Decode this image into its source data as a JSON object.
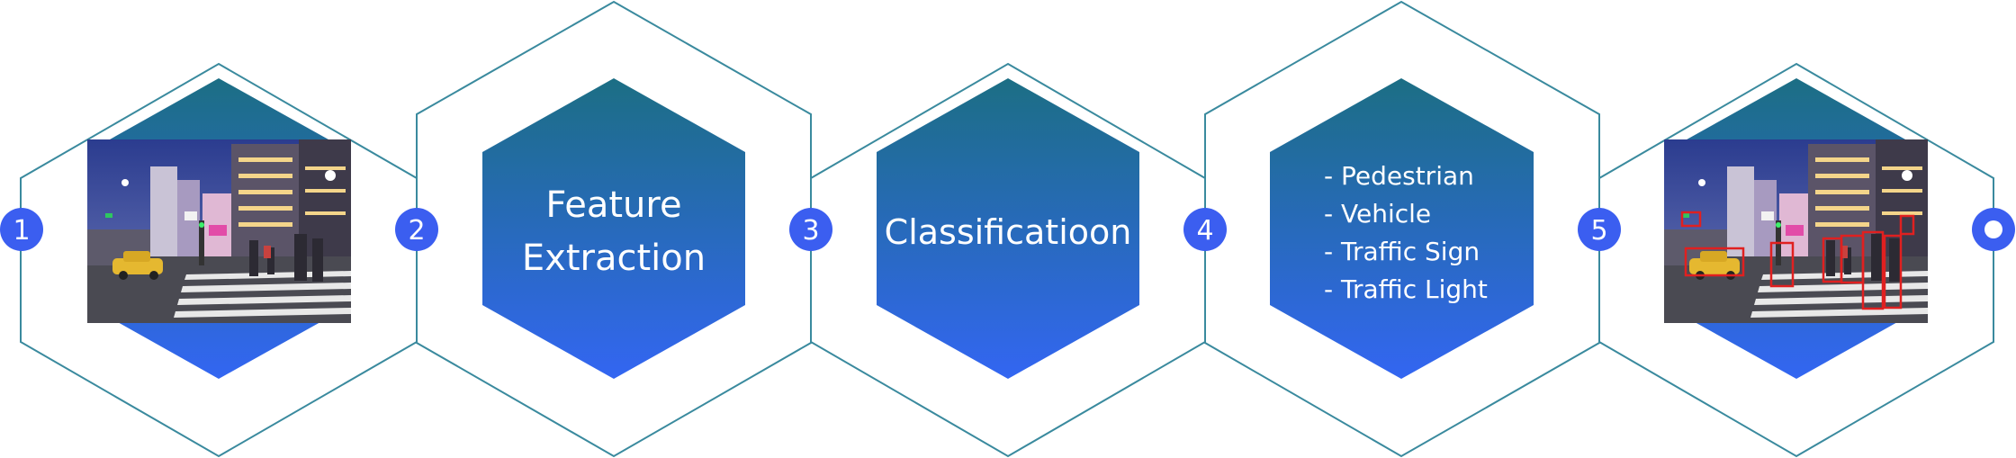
{
  "colors": {
    "gradient_top": "#1c6e84",
    "gradient_bottom": "#3366f2",
    "outline": "#3a8a9e",
    "step_circle": "#3b5ef0",
    "text": "#ffffff"
  },
  "steps": [
    {
      "number": "1",
      "content": "image",
      "image": "city-street-intersection-photo"
    },
    {
      "number": "2",
      "content": "text",
      "title_line1": "Feature",
      "title_line2": "Extraction"
    },
    {
      "number": "3",
      "content": "text",
      "title": "Classificatioon"
    },
    {
      "number": "4",
      "content": "list",
      "items": [
        "- Pedestrian",
        "- Vehicle",
        "- Traffic Sign",
        "- Traffic Light"
      ]
    },
    {
      "number": "5",
      "content": "image",
      "image": "city-street-detections-photo"
    }
  ],
  "end_marker": "ring-icon"
}
